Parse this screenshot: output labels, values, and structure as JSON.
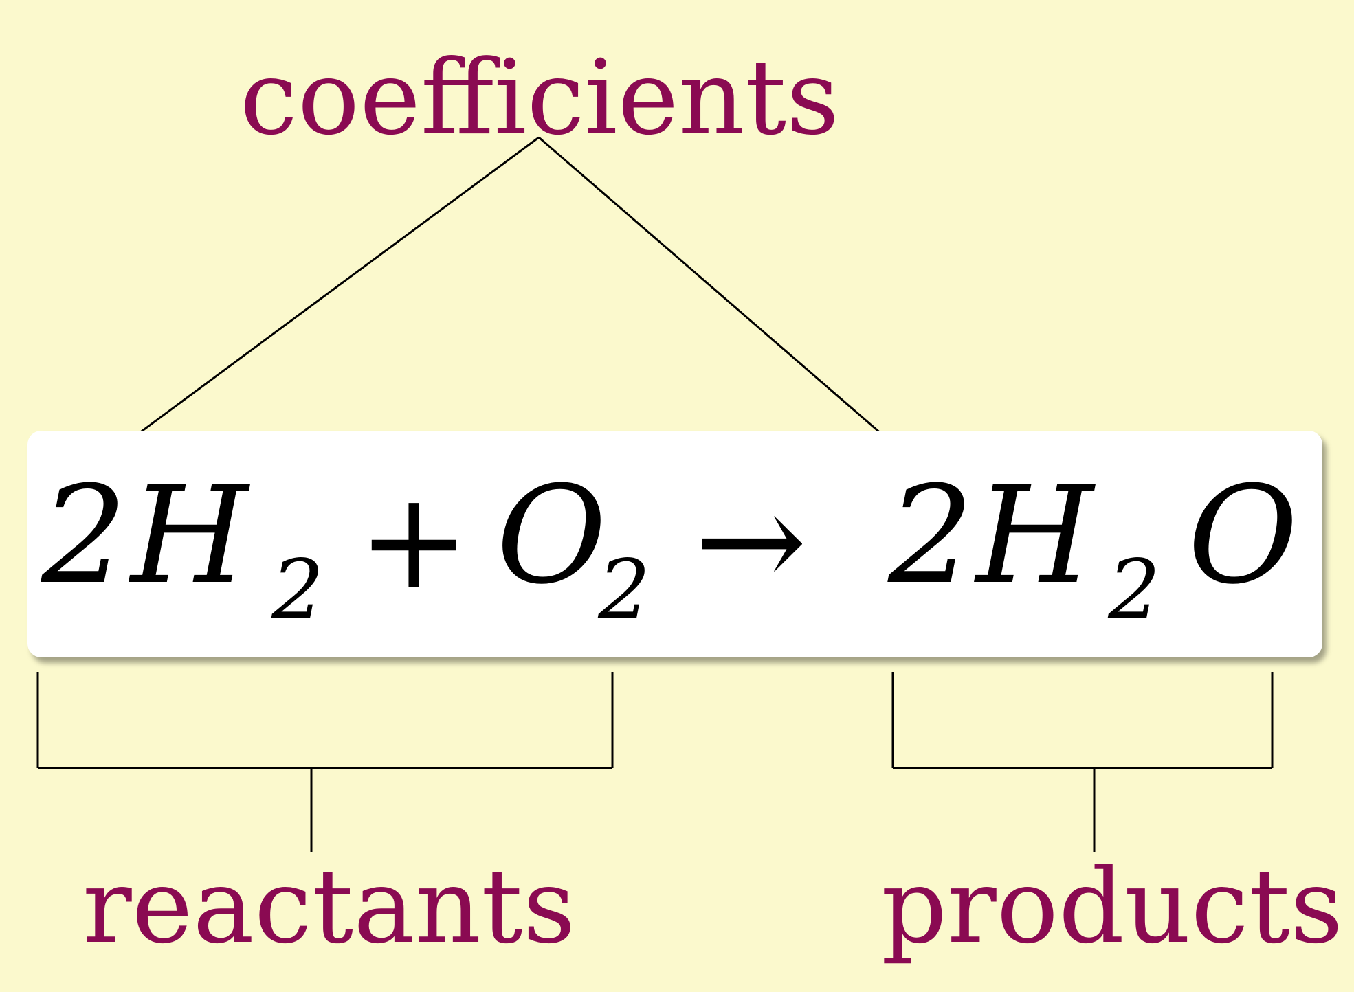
{
  "labels": {
    "coefficients": "coefficients",
    "reactants": "reactants",
    "products": "products"
  },
  "equation": {
    "coef1": "2",
    "h1": "H",
    "sub1": "2",
    "plus": "+",
    "o1": "O",
    "sub2": "2",
    "arrow": "→",
    "coef2": "2",
    "h2": "H",
    "sub3": "2",
    "o2": "O"
  },
  "colors": {
    "background": "#fbf9cd",
    "label_text": "#8a0a52",
    "box": "#ffffff",
    "lines": "#000000"
  }
}
